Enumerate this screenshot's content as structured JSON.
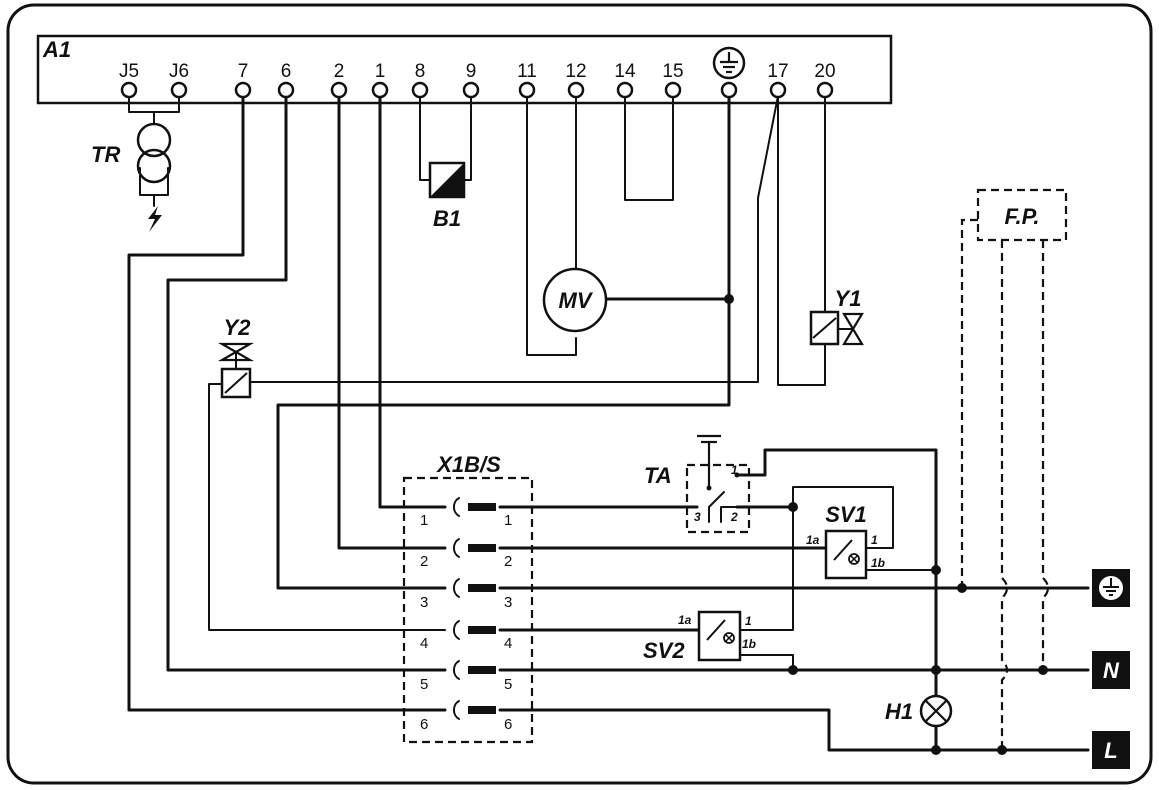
{
  "module": {
    "label": "A1",
    "terminals": [
      "J5",
      "J6",
      "7",
      "6",
      "2",
      "1",
      "8",
      "9",
      "11",
      "12",
      "14",
      "15",
      "17",
      "20"
    ]
  },
  "components": {
    "transformer": "TR",
    "sensor": "B1",
    "motor_valve": "MV",
    "valve_y1": "Y1",
    "valve_y2": "Y2",
    "connector": "X1B/S",
    "thermostat": "TA",
    "thermostat_pins": [
      "1",
      "3",
      "2"
    ],
    "sv1": "SV1",
    "sv2": "SV2",
    "sv_pins": [
      "1a",
      "1",
      "1b"
    ],
    "lamp": "H1",
    "fp": "F.P."
  },
  "connector_pins": [
    "1",
    "2",
    "3",
    "4",
    "5",
    "6"
  ],
  "supply": {
    "neutral": "N",
    "line": "L",
    "earth_icon": "earth-icon"
  }
}
